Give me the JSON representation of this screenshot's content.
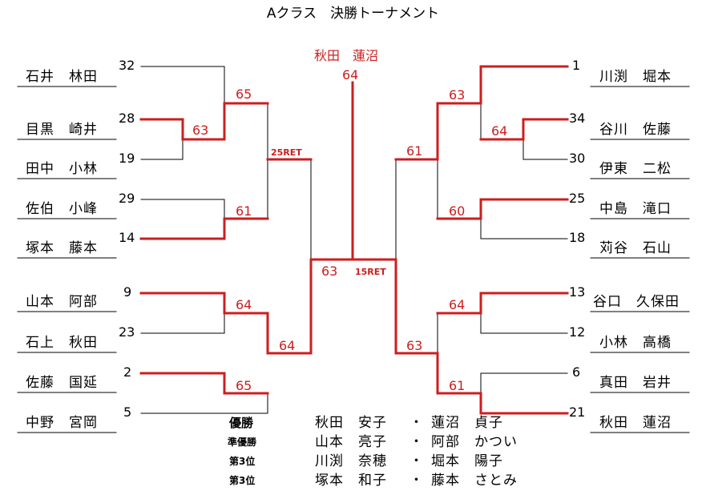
{
  "title": "Aクラス　決勝トーナメント",
  "colors": {
    "win": "#cc1e1e",
    "line": "#000000"
  },
  "left_teams": [
    {
      "name": "石井　林田",
      "seed": "32"
    },
    {
      "name": "目黒　崎井",
      "seed": "28"
    },
    {
      "name": "田中　小林",
      "seed": "19"
    },
    {
      "name": "佐伯　小峰",
      "seed": "29"
    },
    {
      "name": "塚本　藤本",
      "seed": "14"
    },
    {
      "name": "山本　阿部",
      "seed": "9"
    },
    {
      "name": "石上　秋田",
      "seed": "23"
    },
    {
      "name": "佐藤　国延",
      "seed": "2"
    },
    {
      "name": "中野　宮岡",
      "seed": "5"
    }
  ],
  "right_teams": [
    {
      "name": "川渕　堀本",
      "seed": "1"
    },
    {
      "name": "谷川　佐藤",
      "seed": "34"
    },
    {
      "name": "伊東　二松",
      "seed": "30"
    },
    {
      "name": "中島　滝口",
      "seed": "25"
    },
    {
      "name": "苅谷　石山",
      "seed": "18"
    },
    {
      "name": "谷口　久保田",
      "seed": "13"
    },
    {
      "name": "小林　高橋",
      "seed": "12"
    },
    {
      "name": "真田　岩井",
      "seed": "6"
    },
    {
      "name": "秋田　蓮沼",
      "seed": "21"
    }
  ],
  "left_scores": {
    "r1": "63",
    "qf_top": "65",
    "qf_mid": "61",
    "qf_low1": "64",
    "qf_low2": "65",
    "sf_top": "25RET",
    "sf_bot": "64",
    "final": "63"
  },
  "right_scores": {
    "r1": "64",
    "qf_top": "63",
    "qf_mid": "60",
    "qf_low1": "64",
    "qf_low2": "61",
    "sf_top": "61",
    "sf_bot": "63",
    "final": "15RET"
  },
  "champion": {
    "names": "秋田　蓮沼",
    "score": "64"
  },
  "results": [
    {
      "label": "優勝",
      "a": "秋田　安子",
      "sep": "・",
      "b": "蓮沼　貞子"
    },
    {
      "label": "準優勝",
      "a": "山本　亮子",
      "sep": "・",
      "b": "阿部　かつい"
    },
    {
      "label": "第3位",
      "a": "川渕　奈穂",
      "sep": "・",
      "b": "堀本　陽子"
    },
    {
      "label": "第3位",
      "a": "塚本　和子",
      "sep": "・",
      "b": "藤本　さとみ"
    }
  ]
}
